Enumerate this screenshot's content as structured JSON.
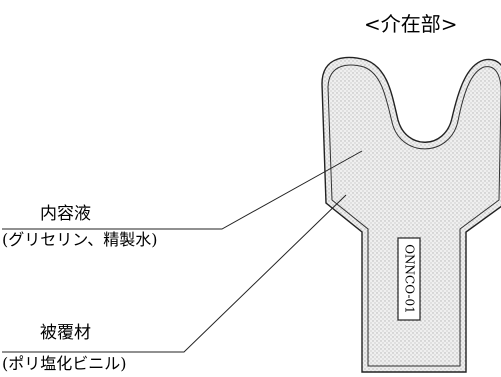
{
  "diagram": {
    "title": "<介在部>",
    "labels": {
      "inner": {
        "name": "内容液",
        "detail": "(グリセリン、精製水)"
      },
      "cover": {
        "name": "被覆材",
        "detail": "(ポリ塩化ビニル)"
      }
    },
    "product_code": "ONNCO-01"
  },
  "colors": {
    "fill": "#e8e8e8",
    "stroke": "#222222"
  },
  "icons": [
    "y-shaped-device-outline",
    "leader-line"
  ]
}
